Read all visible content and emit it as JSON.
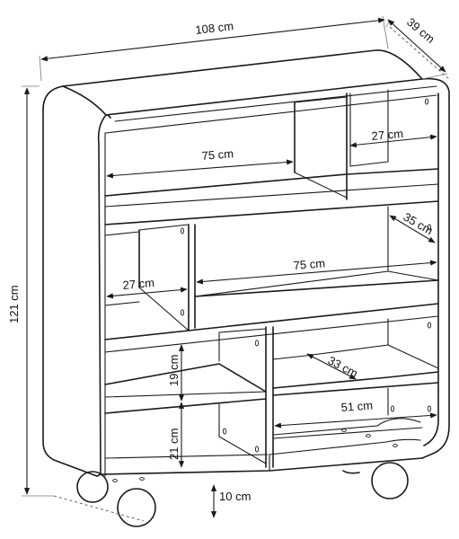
{
  "dimensions": {
    "width": "108 cm",
    "depth": "39 cm",
    "height": "121 cm",
    "top_right_compartment_width": "27 cm",
    "top_left_compartment_width": "75 cm",
    "middle_depth": "35 cm",
    "middle_left_compartment_width": "27 cm",
    "middle_right_compartment_width": "75 cm",
    "lower_shelf_depth": "33 cm",
    "lower_compartment_height": "19 cm",
    "bottom_compartment_height": "21 cm",
    "bottom_right_compartment_width": "51 cm",
    "wheel_clearance": "10 cm"
  }
}
